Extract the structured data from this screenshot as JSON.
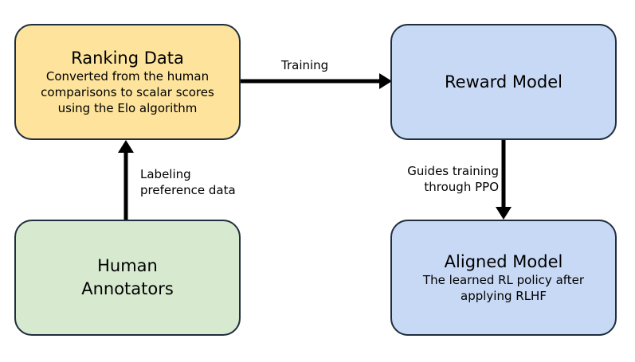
{
  "nodes": {
    "ranking": {
      "title": "Ranking Data",
      "subtitle_lines": [
        "Converted from the human",
        "comparisons to scalar scores",
        "using the Elo algorithm"
      ]
    },
    "reward": {
      "title": "Reward Model"
    },
    "human": {
      "title_lines": [
        "Human",
        "Annotators"
      ]
    },
    "aligned": {
      "title": "Aligned Model",
      "subtitle_lines": [
        "The learned RL policy after",
        "applying RLHF"
      ]
    }
  },
  "edges": {
    "training": {
      "label": "Training"
    },
    "labeling": {
      "label_lines": [
        "Labeling",
        "preference data"
      ]
    },
    "guides": {
      "label_lines": [
        "Guides training",
        "through PPO"
      ]
    }
  },
  "colors": {
    "ranking_fill": "#fde39b",
    "reward_fill": "#c8d9f5",
    "human_fill": "#d7ead0",
    "aligned_fill": "#c8d9f5",
    "border": "#1f2d3d",
    "arrow": "#000000"
  }
}
